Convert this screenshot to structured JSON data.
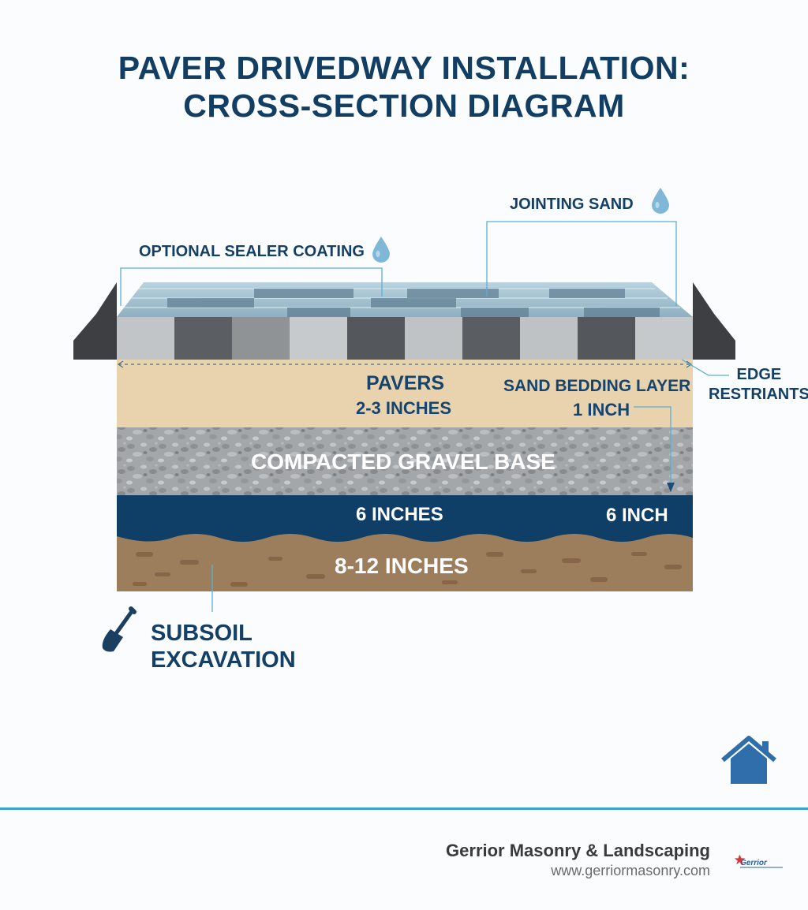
{
  "title": {
    "line1": "PAVER DRIVEDWAY INSTALLATION:",
    "line2": "CROSS-SECTION DIAGRAM"
  },
  "labels": {
    "jointing_sand": "JOINTING SAND",
    "sealer": "OPTIONAL SEALER COATING",
    "edge_line1": "EDGE",
    "edge_line2": "RESTRIANTS",
    "pavers": "PAVERS",
    "pavers_depth": "2-3 INCHES",
    "sand_bedding": "SAND BEDDING LAYER",
    "sand_bedding_depth": "1 INCH",
    "gravel": "COMPACTED GRAVEL BASE",
    "base_depth": "6 INCHES",
    "base_depth_right": "6 INCH",
    "subsoil_depth": "8-12 INCHES",
    "subsoil_line1": "SUBSOIL",
    "subsoil_line2": "EXCAVATION"
  },
  "footer": {
    "company": "Gerrior Masonry & Landscaping",
    "url": "www.gerriormasonry.com",
    "logo_text": "Gerrior"
  },
  "icons": {
    "water_drop": "water-drop-icon",
    "shovel": "shovel-icon",
    "home": "home-icon"
  },
  "colors": {
    "title": "#123e63",
    "sand": "#e8d2ae",
    "gravel": "#a5a8ab",
    "base": "#0e3f66",
    "subsoil": "#9b7c5b",
    "edge": "#3d3f43",
    "accent_line": "#3aa3d3",
    "drop": "#7fb8d6"
  }
}
